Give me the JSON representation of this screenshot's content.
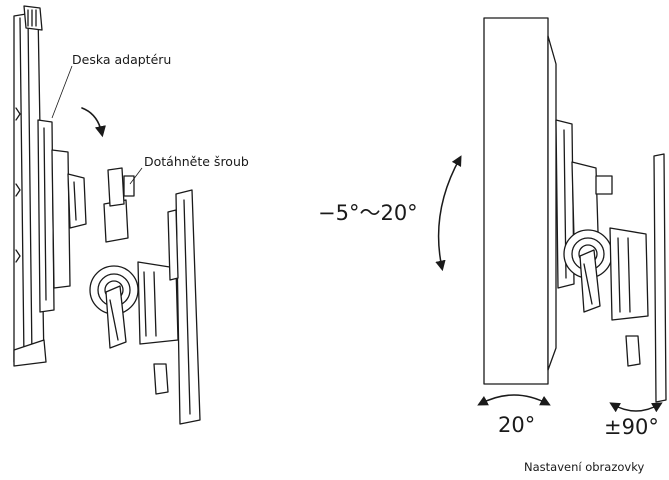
{
  "labels": {
    "adapter_plate": "Deska adaptéru",
    "tighten_screw": "Dotáhněte šroub",
    "tilt_range": "−5°～20°",
    "swivel_angle": "20°",
    "rotation_angle": "±90°",
    "screen_adjustment": "Nastavení obrazovky"
  }
}
